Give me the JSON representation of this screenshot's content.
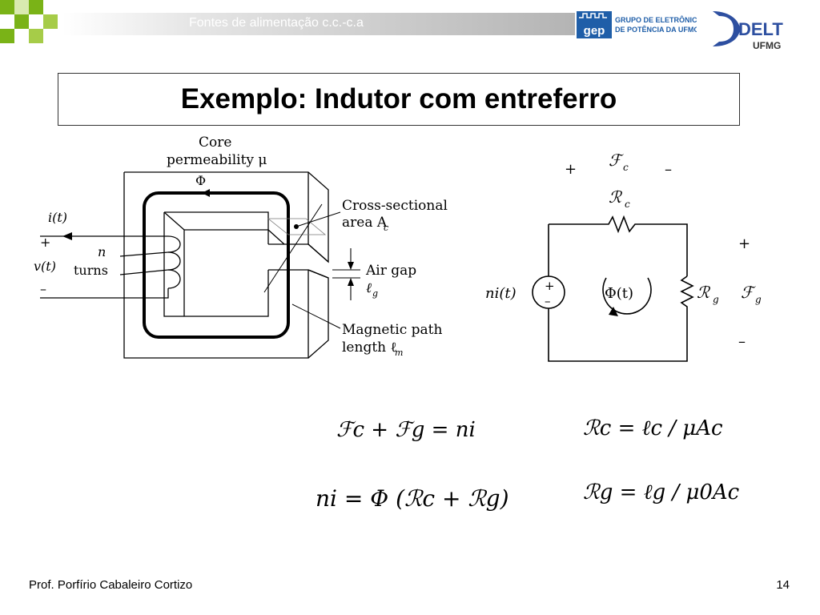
{
  "header": {
    "text": "Fontes de alimentação c.c.-c.a"
  },
  "logos": {
    "gep_mark": "gep",
    "gep_text_line1": "GRUPO DE ELETRÔNICA",
    "gep_text_line2": "DE POTÊNCIA DA UFMG",
    "delt_mark": "DELT",
    "delt_sub": "UFMG"
  },
  "slide": {
    "title": "Exemplo: Indutor com entreferro"
  },
  "inductor_figure": {
    "core_label_1": "Core",
    "core_label_2": "permeability μ",
    "flux": "Φ",
    "current": "i(t)",
    "plus": "+",
    "voltage": "v(t)",
    "minus": "–",
    "turns_n": "n",
    "turns_word": "turns",
    "cross_section_1": "Cross-sectional",
    "cross_section_2": "area A",
    "cross_section_sub": "c",
    "airgap_1": "Air gap",
    "airgap_2": "ℓ",
    "airgap_sub": "g",
    "path_1": "Magnetic path",
    "path_2": "length ℓ",
    "path_sub": "m"
  },
  "circuit_figure": {
    "fc_plus": "+",
    "fc": "ℱ",
    "fc_sub": "c",
    "fc_minus": "–",
    "rc": "ℛ",
    "rc_sub": "c",
    "source": "ni(t)",
    "src_plus": "+",
    "src_minus": "–",
    "flux": "Φ(t)",
    "rg": "ℛ",
    "rg_sub": "g",
    "fg_plus": "+",
    "fg": "ℱ",
    "fg_sub": "g",
    "fg_minus": "–"
  },
  "equations": {
    "eq1": "ℱc + ℱg = ni",
    "eq2": "ni = Φ (ℛc + ℛg)",
    "eq3": "ℛc = ℓc / μAc",
    "eq4": "ℛg = ℓg / μ0Ac"
  },
  "footer": {
    "author": "Prof. Porfírio Cabaleiro Cortizo",
    "page": "14"
  },
  "colors": {
    "green_dark": "#7ab317",
    "green_light": "#a6cc48",
    "gep_blue": "#1f5ea8",
    "delt_blue": "#2d4fa0"
  }
}
